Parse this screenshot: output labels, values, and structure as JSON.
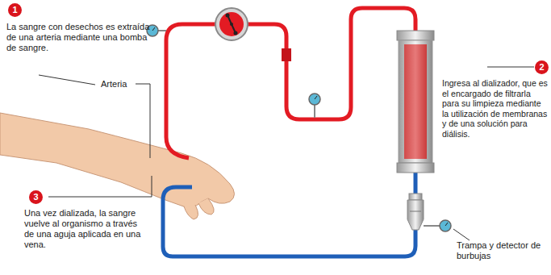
{
  "diagram": {
    "labels": [
      "1",
      "La sangre con desechos es extraída de una arteria mediante una bomba de sangre.",
      "Arteria",
      "2",
      "Ingresa al dializador, que es el encargado de filtrarla para su limpieza mediante la utilización de membranas y de una solución para diálisis.",
      "3",
      "Una vez dializada, la sangre vuelve al organismo a través de una aguja aplicada en una vena.",
      "Trampa y detector de burbujas"
    ]
  }
}
